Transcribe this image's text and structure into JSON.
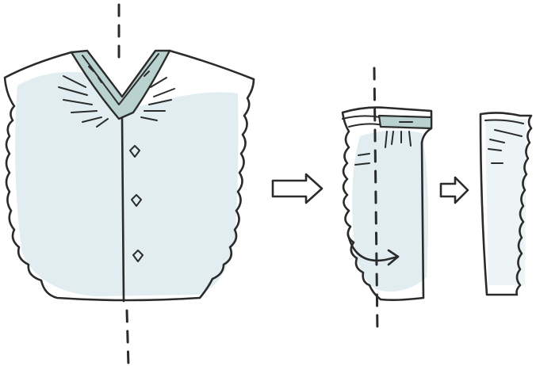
{
  "colors": {
    "background": "#ffffff",
    "ink": "#2b2b2b",
    "garment_wash": "#e1edf0",
    "collar": "#b9d2cf"
  },
  "steps": [
    {
      "id": "step-1",
      "state": "shirt front laid flat with center fold line",
      "icon": "shirt-icon"
    },
    {
      "id": "step-2",
      "state": "shirt folded in half lengthwise, fold again",
      "icon": "folded-shirt-icon"
    },
    {
      "id": "step-3",
      "state": "shirt folded into narrow strip",
      "icon": "folded-strip-icon"
    }
  ],
  "arrows": [
    {
      "from": "step-1",
      "to": "step-2",
      "icon": "arrow-right-icon"
    },
    {
      "from": "step-2",
      "to": "step-3",
      "icon": "arrow-right-icon"
    }
  ]
}
